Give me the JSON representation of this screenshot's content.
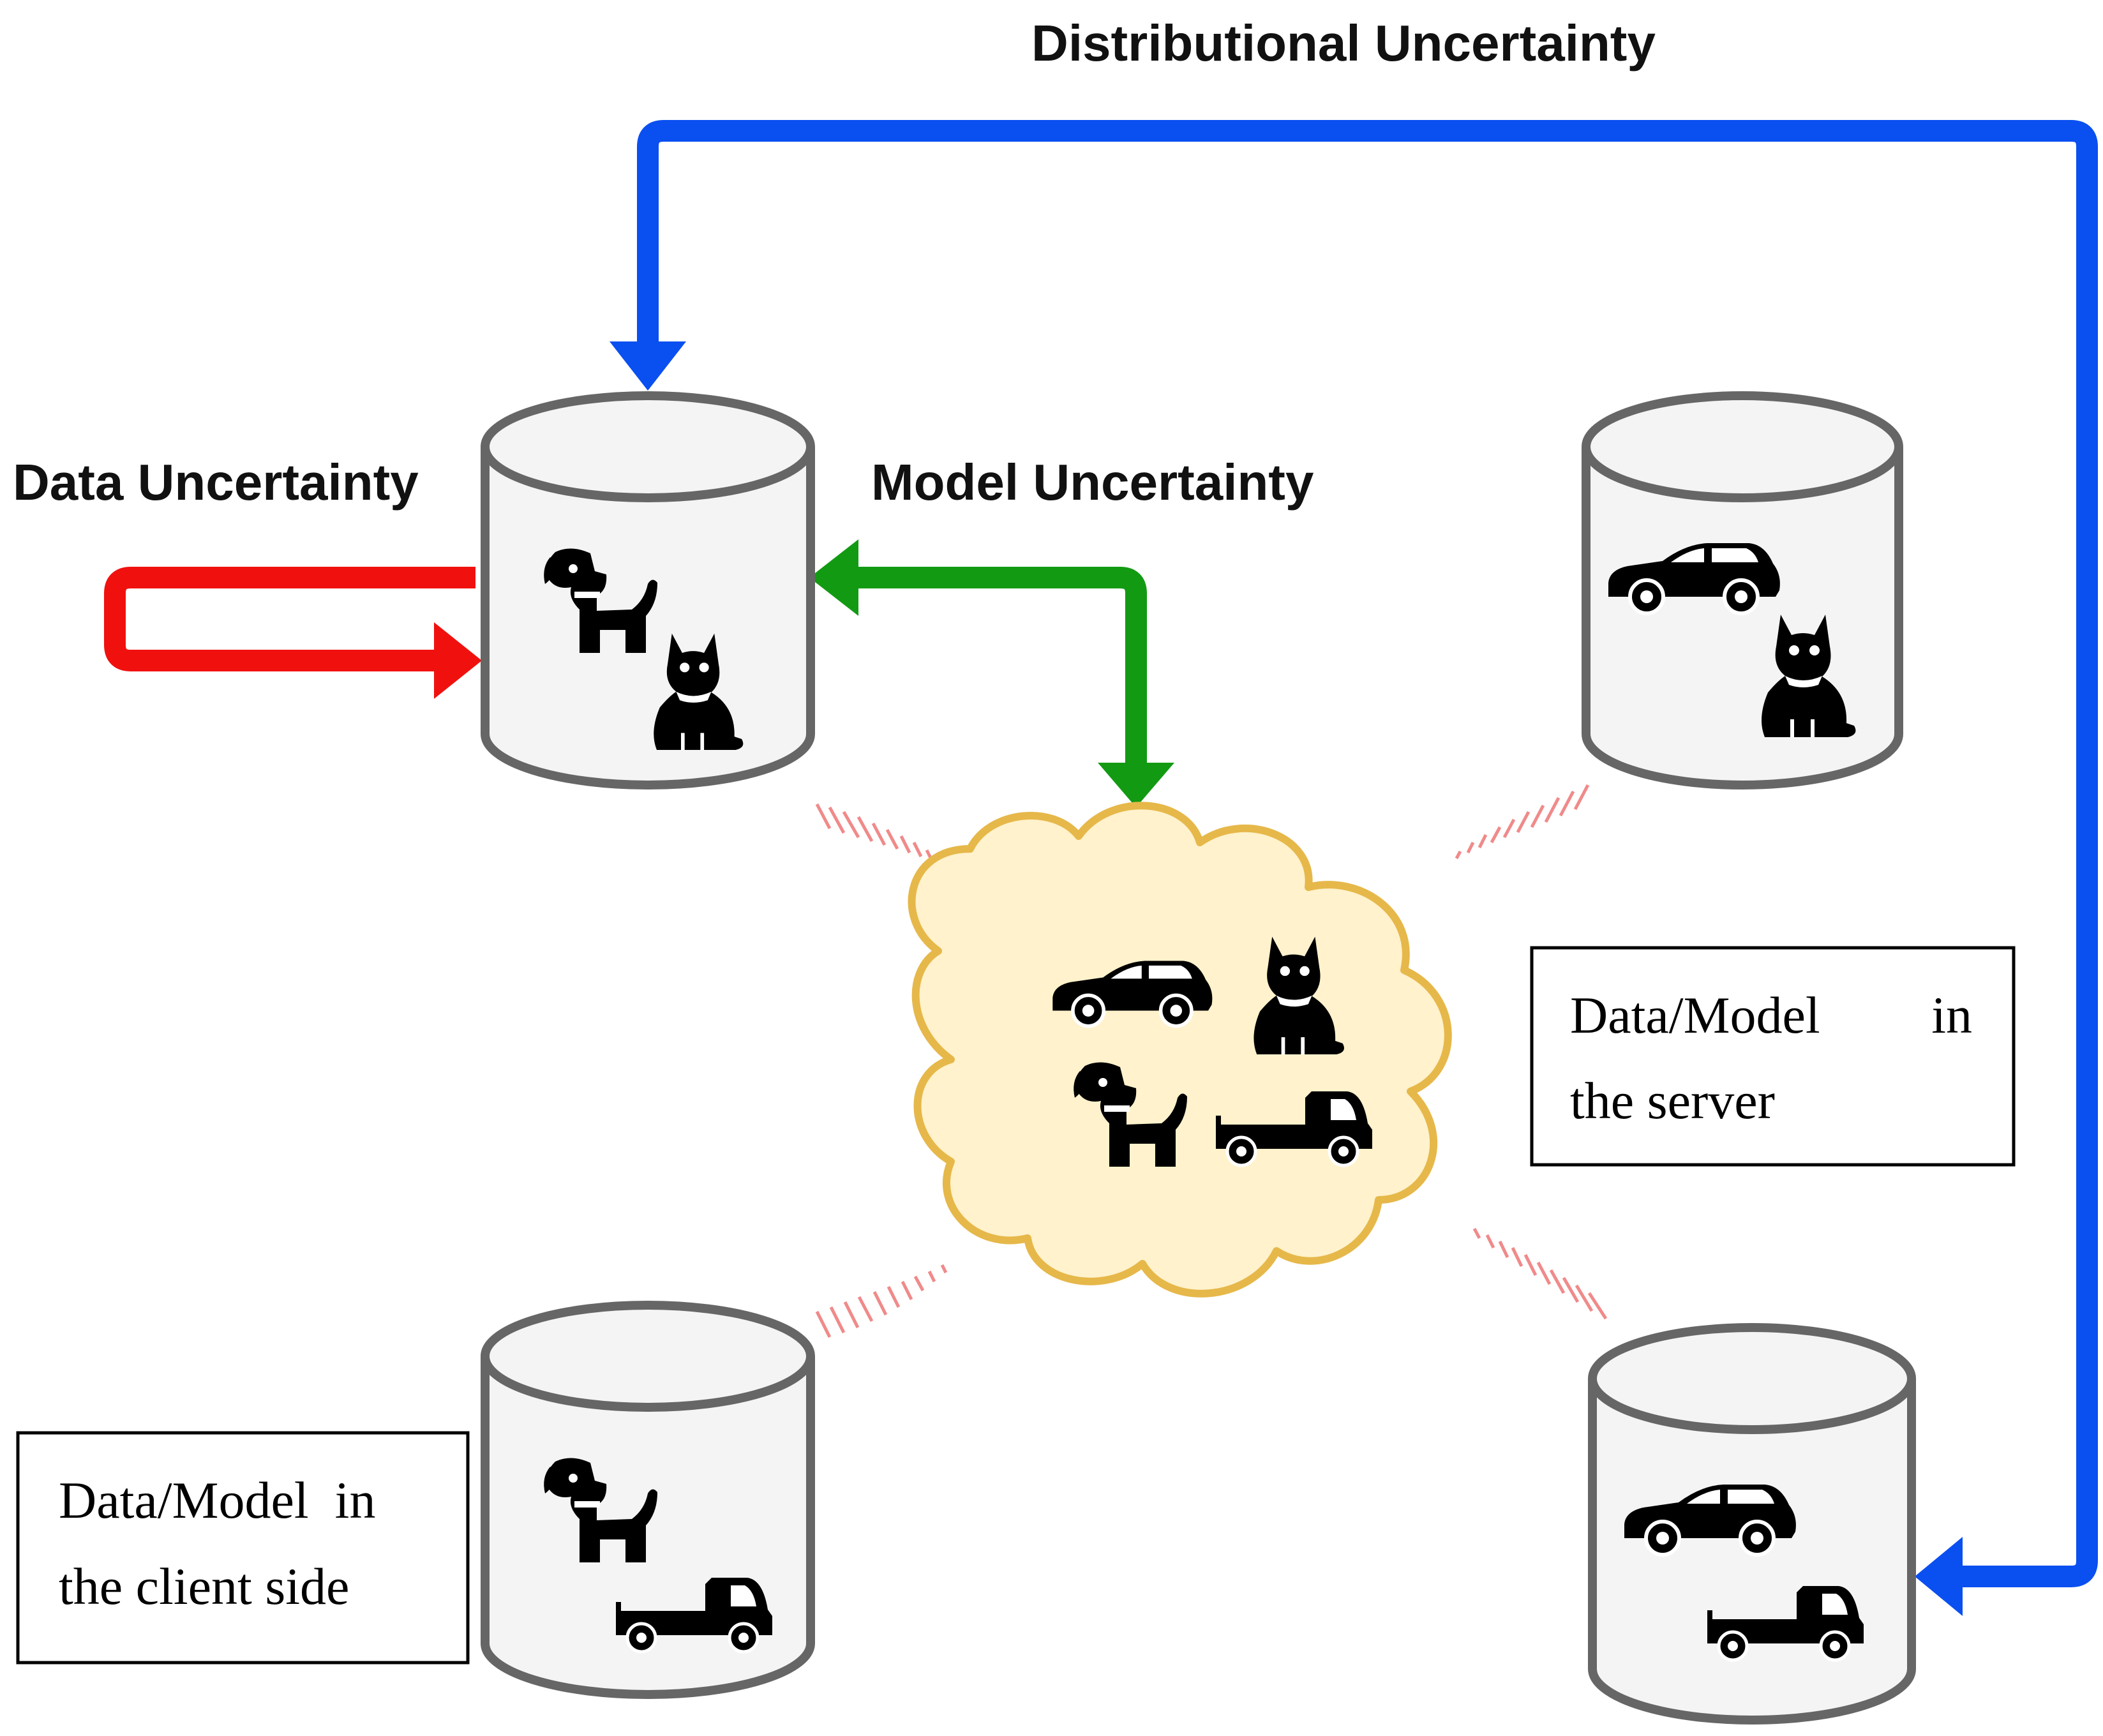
{
  "labels": {
    "distributional": "Distributional Uncertainty",
    "data": "Data Uncertainty",
    "model": "Model Uncertainty"
  },
  "server_box": {
    "line1": "Data/Model",
    "line1b": "in",
    "line2": "the server"
  },
  "client_box": {
    "line1": "Data/Model  in",
    "line2": "the client side"
  },
  "colors": {
    "distributional_arrow": "#0a4ff0",
    "data_arrow": "#f0110f",
    "model_arrow": "#139a13",
    "cloud_fill": "#fff2cc",
    "cloud_stroke": "#e6b84a",
    "cylinder_fill": "#f4f4f4",
    "cylinder_stroke": "#666666",
    "link_dash": "#f08a8a",
    "icon": "#000000"
  },
  "databases": [
    {
      "id": "top-left",
      "contents": [
        "dog-icon",
        "cat-icon"
      ]
    },
    {
      "id": "top-right",
      "contents": [
        "car-icon",
        "cat-icon"
      ]
    },
    {
      "id": "bottom-left",
      "contents": [
        "dog-icon",
        "truck-icon"
      ]
    },
    {
      "id": "bottom-right",
      "contents": [
        "car-icon",
        "truck-icon"
      ]
    }
  ],
  "server_cloud": {
    "contents": [
      "car-icon",
      "cat-icon",
      "dog-icon",
      "truck-icon"
    ]
  }
}
